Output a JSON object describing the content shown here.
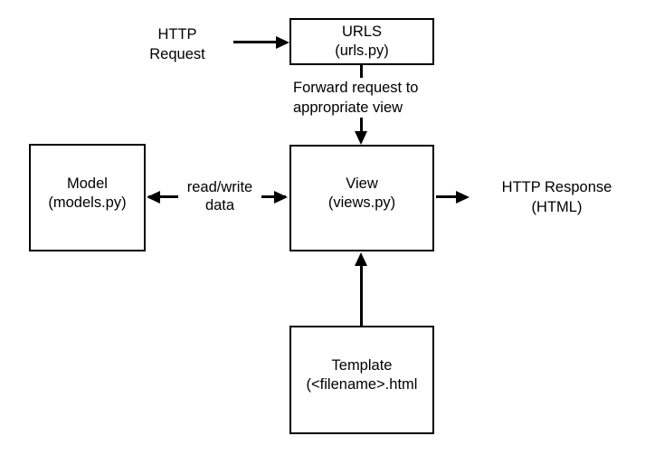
{
  "colors": {
    "stroke": "#000000",
    "background": "#ffffff",
    "text": "#000000"
  },
  "nodes": {
    "urls": {
      "title": "URLS",
      "subtitle": "(urls.py)"
    },
    "model": {
      "title": "Model",
      "subtitle": "(models.py)"
    },
    "view": {
      "title": "View",
      "subtitle": "(views.py)"
    },
    "template": {
      "title": "Template",
      "subtitle": "(<filename>.html"
    }
  },
  "labels": {
    "http_request": {
      "line1": "HTTP",
      "line2": "Request"
    },
    "forward_request": {
      "line1": "Forward request to",
      "line2": "appropriate view"
    },
    "read_write": {
      "line1": "read/write",
      "line2": "data"
    },
    "http_response": {
      "line1": "HTTP Response",
      "line2": "(HTML)"
    }
  }
}
